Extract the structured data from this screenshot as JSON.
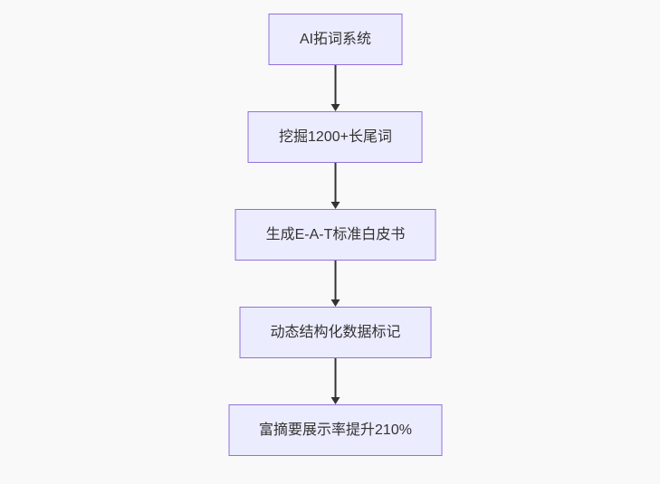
{
  "colors": {
    "bg": "#f9f9f9",
    "node_fill": "#ECECFF",
    "node_border": "#9370DB",
    "arrow_color": "#333333",
    "text_color": "#333333"
  },
  "flowchart": {
    "type": "vertical-flowchart",
    "direction": "top-down",
    "nodes": [
      {
        "label": "AI拓词系统"
      },
      {
        "label": "挖掘1200+长尾词"
      },
      {
        "label": "生成E-A-T标准白皮书"
      },
      {
        "label": "动态结构化数据标记"
      },
      {
        "label": "富摘要展示率提升210%"
      }
    ],
    "edges": [
      {
        "from": 0,
        "to": 1
      },
      {
        "from": 1,
        "to": 2
      },
      {
        "from": 2,
        "to": 3
      },
      {
        "from": 3,
        "to": 4
      }
    ]
  }
}
